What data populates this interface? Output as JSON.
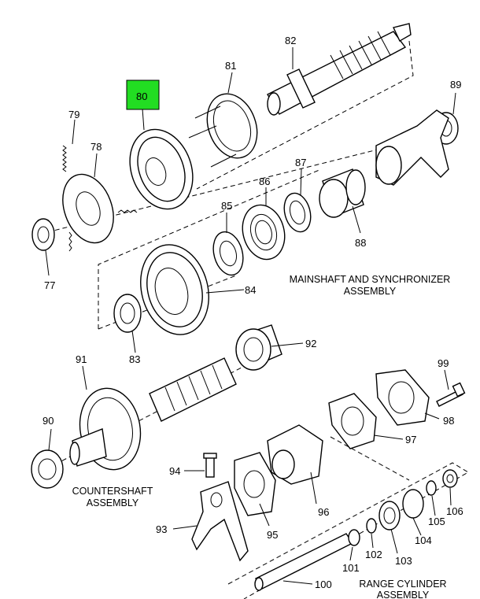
{
  "callouts": {
    "c77": "77",
    "c78": "78",
    "c79": "79",
    "c80": "80",
    "c81": "81",
    "c82": "82",
    "c83": "83",
    "c84": "84",
    "c85": "85",
    "c86": "86",
    "c87": "87",
    "c88": "88",
    "c89": "89",
    "c90": "90",
    "c91": "91",
    "c92": "92",
    "c93": "93",
    "c94": "94",
    "c95": "95",
    "c96": "96",
    "c97": "97",
    "c98": "98",
    "c99": "99",
    "c100": "100",
    "c101": "101",
    "c102": "102",
    "c103": "103",
    "c104": "104",
    "c105": "105",
    "c106": "106"
  },
  "highlighted_callout": "80",
  "highlight_color": "#22dd22",
  "captions": {
    "mainshaft_line1": "MAINSHAFT AND SYNCHRONIZER",
    "mainshaft_line2": "ASSEMBLY",
    "countershaft_line1": "COUNTERSHAFT",
    "countershaft_line2": "ASSEMBLY",
    "range_line1": "RANGE CYLINDER",
    "range_line2": "ASSEMBLY"
  }
}
